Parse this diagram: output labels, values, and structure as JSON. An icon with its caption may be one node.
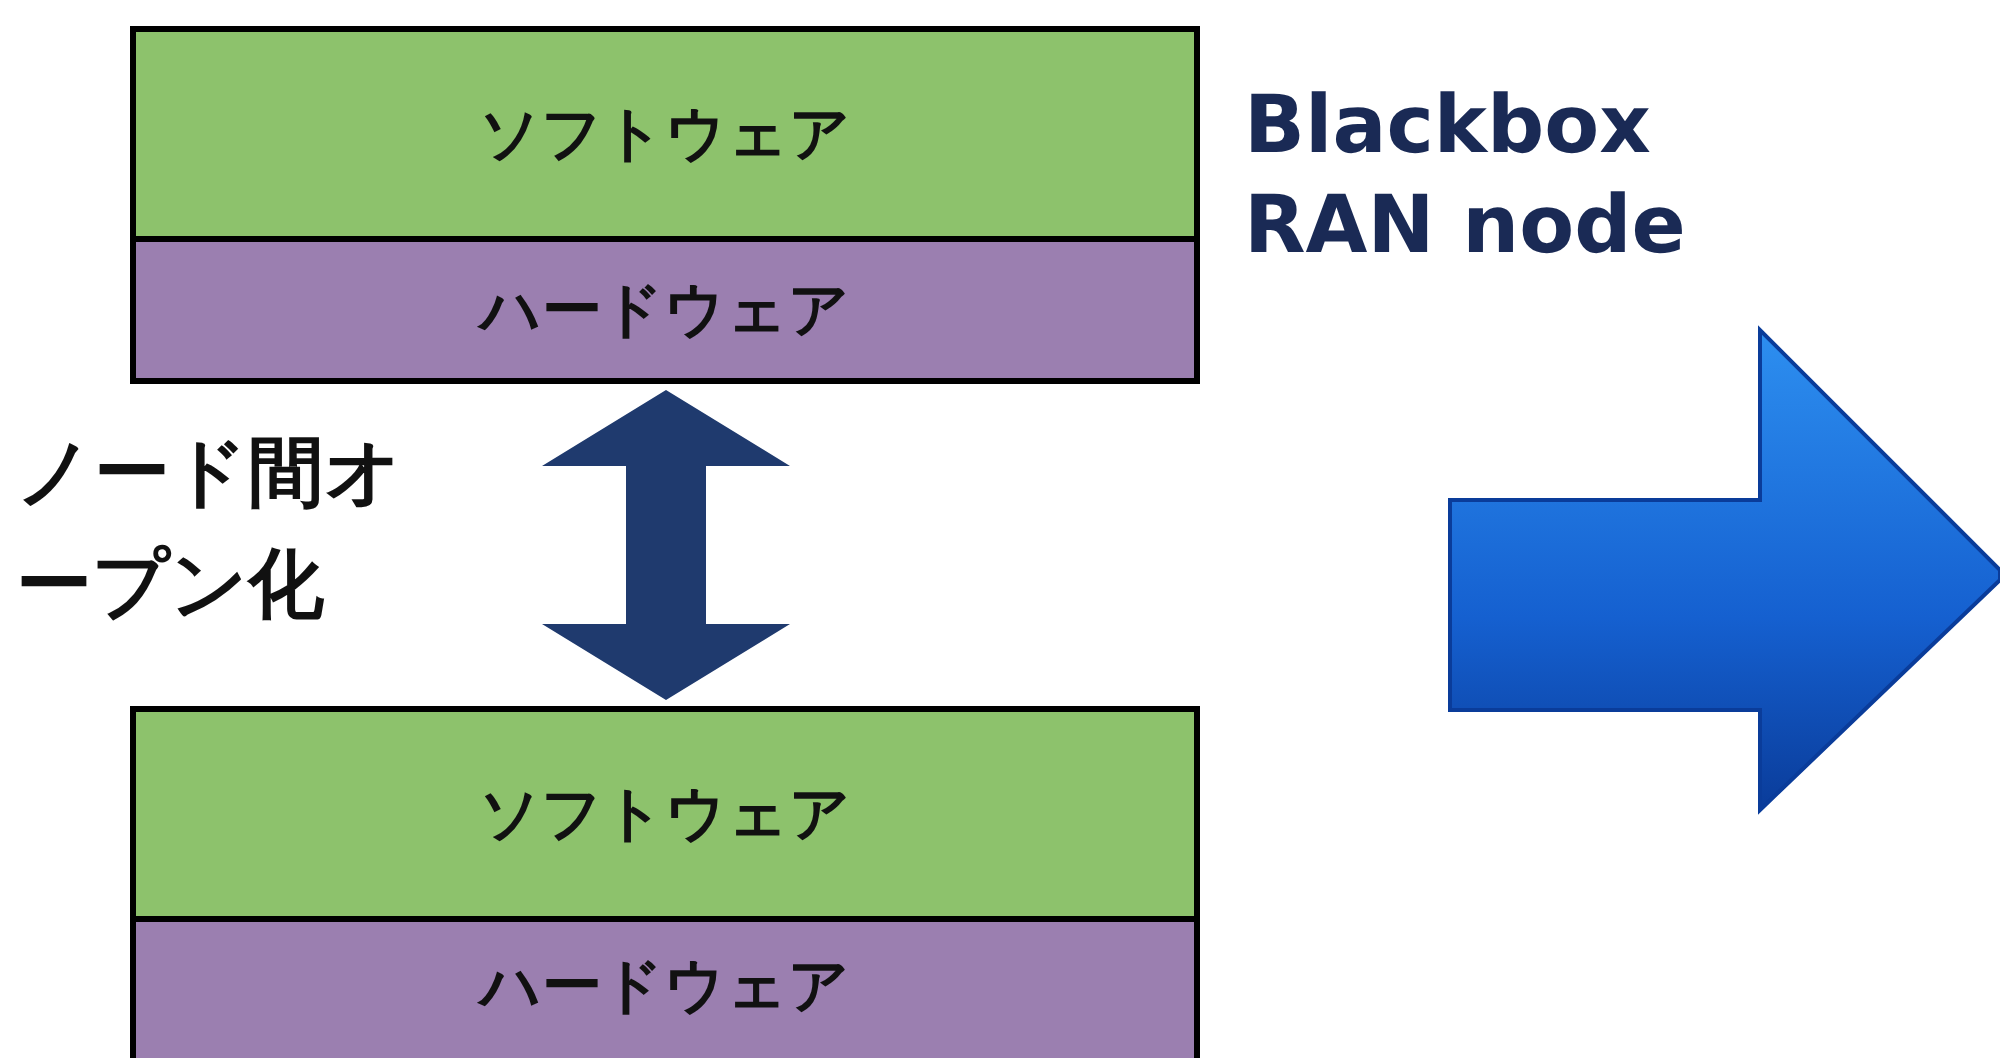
{
  "diagram": {
    "nodes": [
      {
        "text": [
          "ソフトウェア"
        ]
      },
      {
        "text": [
          "ハードウェア"
        ]
      },
      {
        "text": [
          "ソフトウェア"
        ]
      },
      {
        "text": [
          "ハードウェア"
        ]
      }
    ],
    "edges": [
      {
        "from": 1,
        "to": 2,
        "arrow": "both",
        "label": "ノード間オープン化"
      }
    ],
    "labels": [
      "Blackbox RAN node"
    ]
  }
}
